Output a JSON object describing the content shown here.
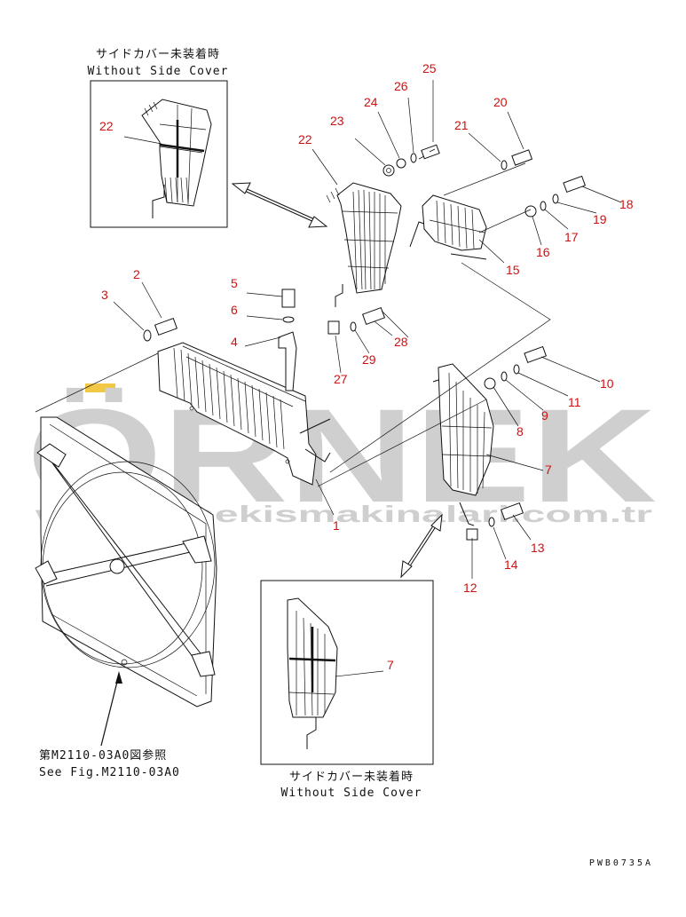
{
  "annotations": {
    "inset_top_jp": "サイドカバー未装着時",
    "inset_top_en": "Without Side Cover",
    "inset_bottom_jp": "サイドカバー未装着時",
    "inset_bottom_en": "Without Side Cover",
    "see_fig_jp": "第M2110-03A0図参照",
    "see_fig_en": "See Fig.M2110-03A0",
    "drawing_code": "PWB0735A"
  },
  "watermark": {
    "brand": "ÖRNEK",
    "url": "www.ornekismakinalari.com.tr"
  },
  "part_numbers": [
    "1",
    "2",
    "3",
    "4",
    "5",
    "6",
    "7",
    "8",
    "9",
    "10",
    "11",
    "12",
    "13",
    "14",
    "15",
    "16",
    "17",
    "18",
    "19",
    "20",
    "21",
    "22",
    "23",
    "24",
    "25",
    "26",
    "27",
    "28",
    "29"
  ],
  "inset_labels": {
    "top": "22",
    "bottom": "7"
  },
  "colors": {
    "callout": "#d01010",
    "line": "#111111",
    "watermark": "#cfcfcf",
    "accent": "#f2c744"
  }
}
